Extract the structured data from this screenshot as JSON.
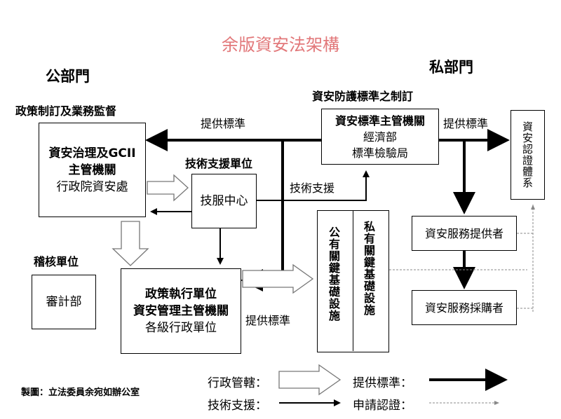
{
  "title": "余版資安法架構",
  "public_sector": "公部門",
  "private_sector": "私部門",
  "policy_label": "政策制訂及業務監督",
  "standards_label": "資安防護標準之制訂",
  "tech_support_label": "技術支援單位",
  "audit_label": "稽核單位",
  "gov_box": {
    "line1": "資安治理及GCII",
    "line2": "主管機關",
    "line3": "行政院資安處"
  },
  "std_box": {
    "line1": "資安標準主管機關",
    "line2": "經濟部",
    "line3": "標準檢驗局"
  },
  "tech_box": {
    "line1": "技服中心"
  },
  "audit_box": {
    "line1": "審計部"
  },
  "exec_box": {
    "line1": "政策執行單位",
    "line2": "資安管理主管機關",
    "line3": "各級行政單位"
  },
  "ci_public": "公有關鍵基礎設施",
  "ci_private": "私有關鍵基礎設施",
  "cert_body": "資安認證體系",
  "service_provider": "資安服務提供者",
  "service_buyer": "資安服務採購者",
  "arrow_labels": {
    "provide_standard_top": "提供標準",
    "provide_standard_right": "提供標準",
    "tech_support": "技術支援",
    "provide_standard_bottom": "提供標準"
  },
  "legend": {
    "admin": "行政管轄：",
    "standard": "提供標準：",
    "tech": "技術支援：",
    "cert": "申請認證："
  },
  "credit": "製圖：立法委員余宛如辦公室",
  "colors": {
    "title": "#e2787a",
    "line": "#000000",
    "dashed": "#888888"
  }
}
